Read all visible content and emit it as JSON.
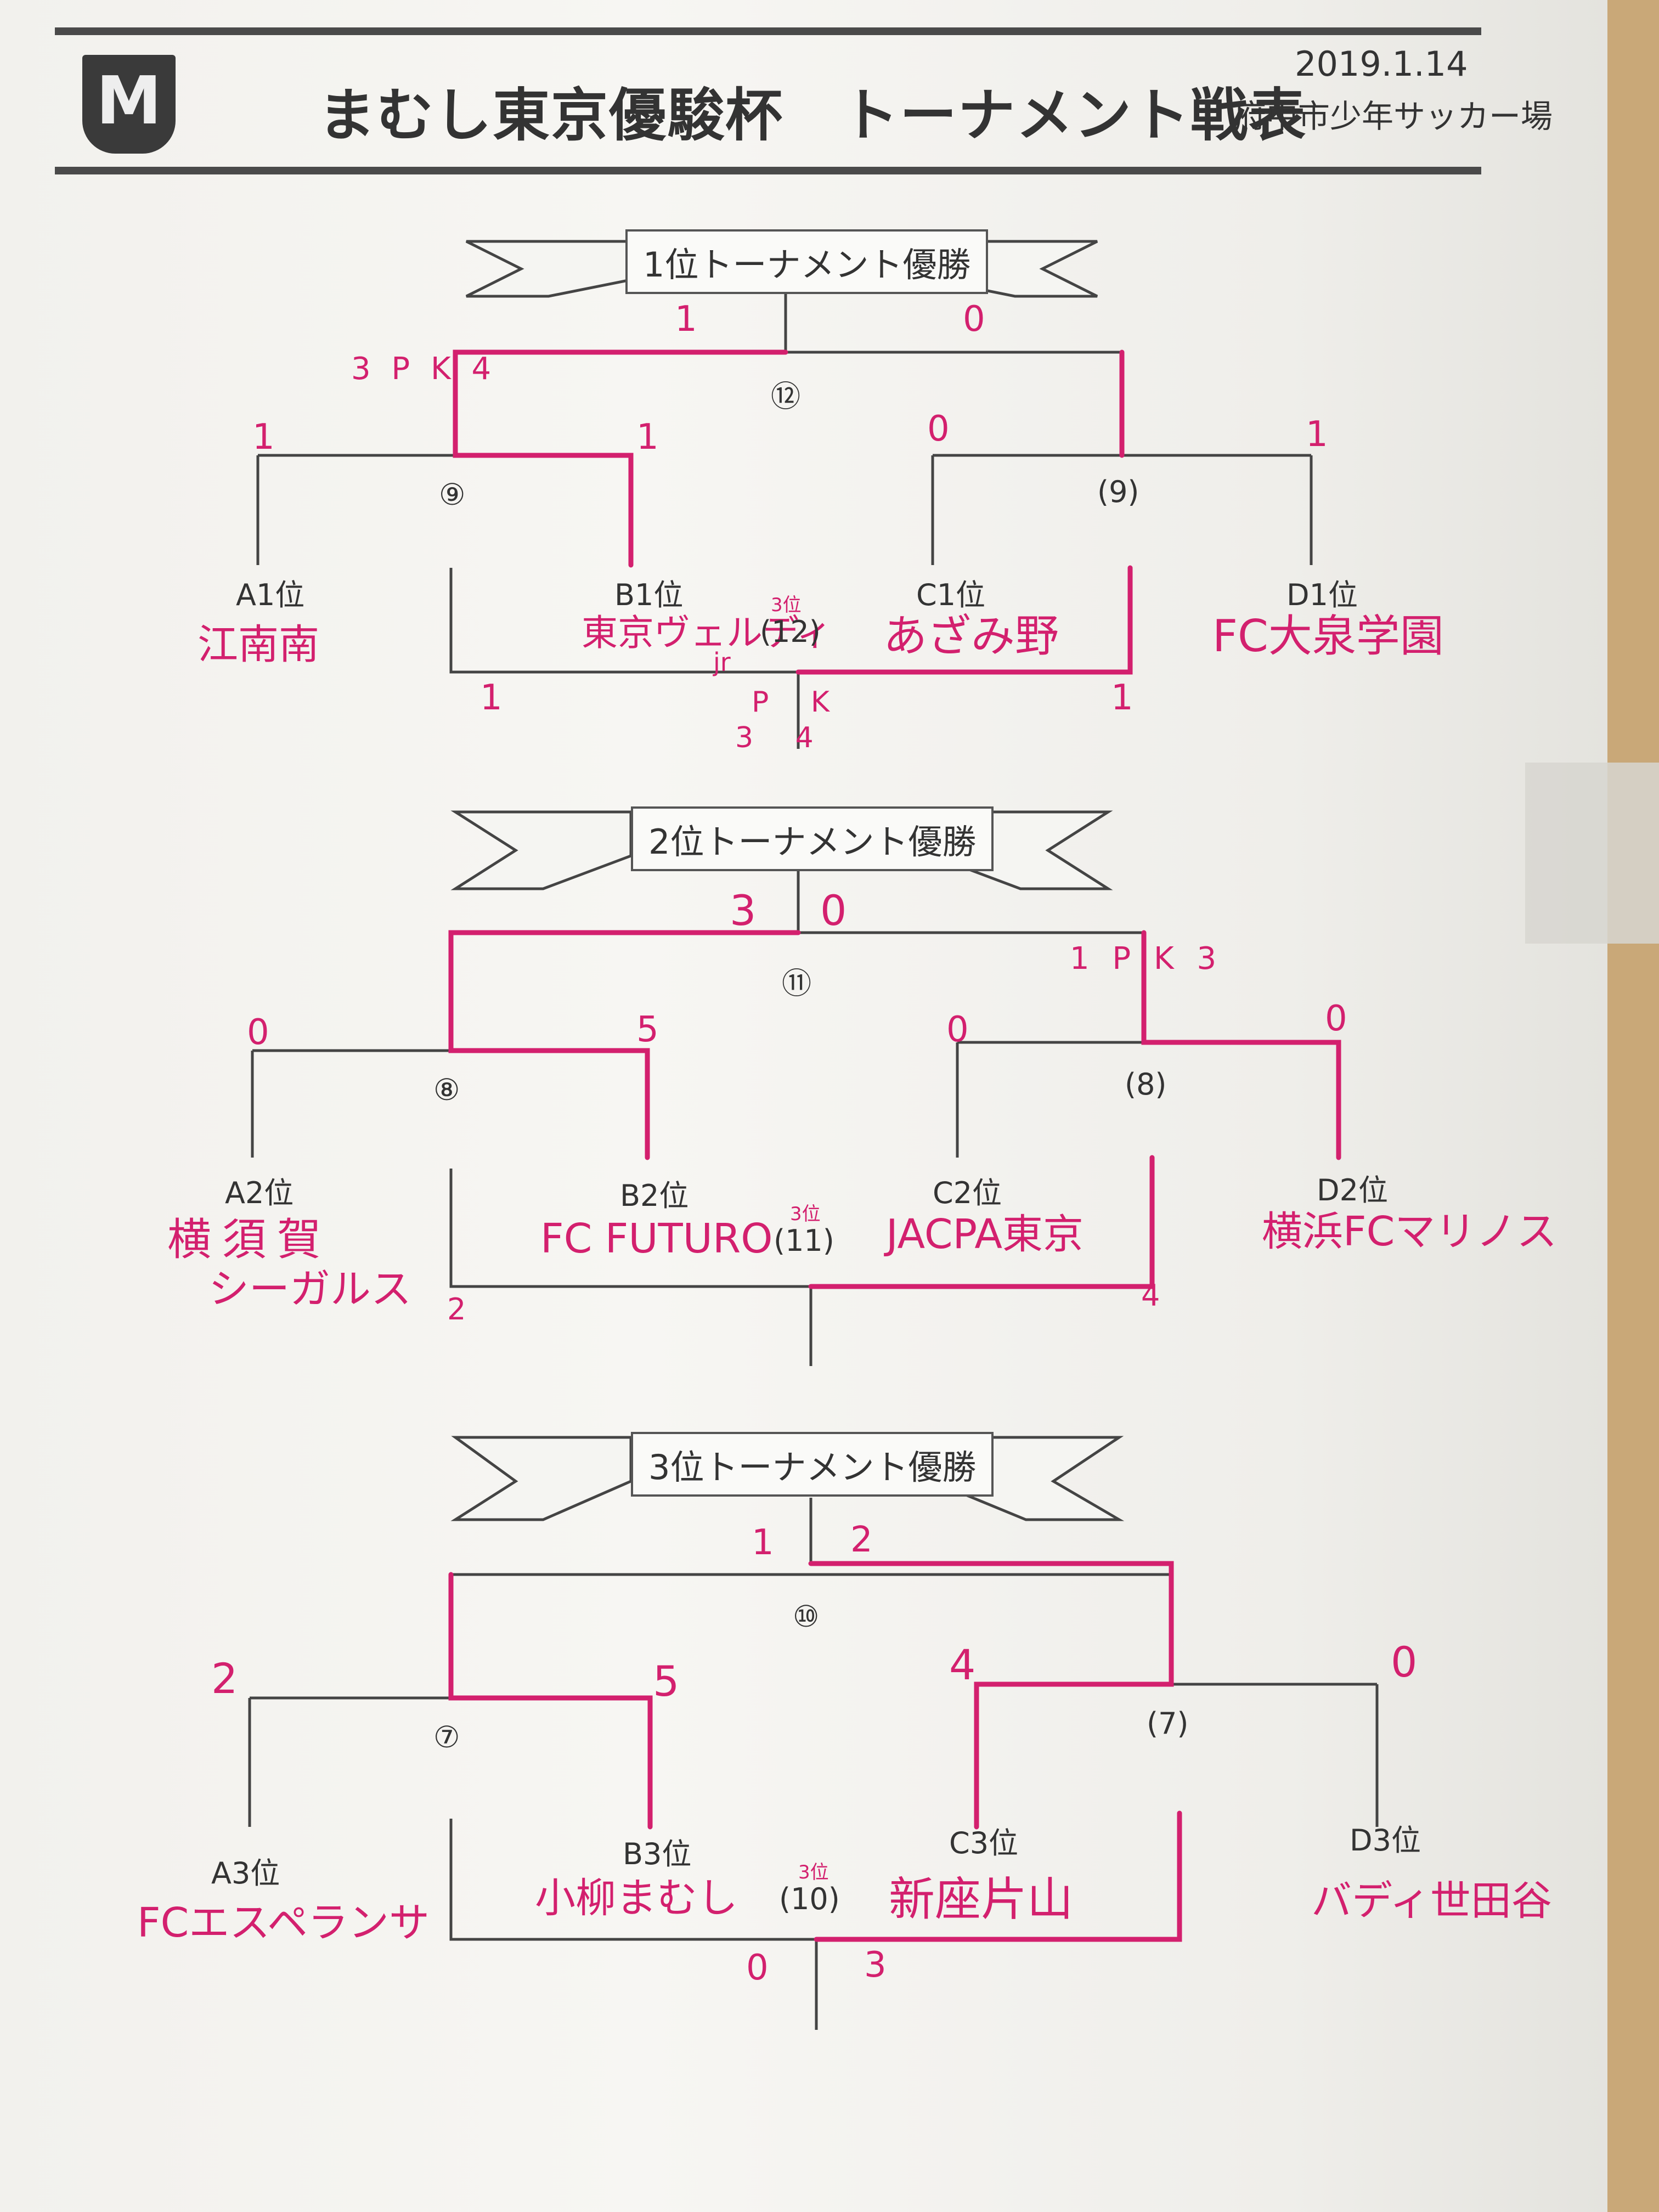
{
  "header": {
    "logo_text": "M",
    "title": "まむし東京優駿杯　トーナメント戦表",
    "date": "2019.1.14",
    "venue": "府中市少年サッカー場"
  },
  "colors": {
    "ink": "#d3206e",
    "print": "#333333",
    "paper": "#f5f4f0"
  },
  "tournaments": [
    {
      "banner": "1位トーナメント優勝",
      "final_label": "⑫",
      "final_scores": [
        "1",
        "0"
      ],
      "final_pk": "3 P K 4",
      "semi_left_label": "⑨",
      "semi_right_label": "(9)",
      "semi_left_scores": [
        "1",
        "1"
      ],
      "semi_right_scores": [
        "0",
        "1"
      ],
      "third_label": "(12)",
      "third_tag": "3位",
      "third_scores": [
        "1",
        "1"
      ],
      "third_pk_top": "P K",
      "third_pk_bottom": "3  4",
      "teams": [
        {
          "seed": "A1位",
          "name": "江南南"
        },
        {
          "seed": "B1位",
          "name": "東京ヴェルディ",
          "sub": "jr"
        },
        {
          "seed": "C1位",
          "name": "あざみ野"
        },
        {
          "seed": "D1位",
          "name": "FC大泉学園"
        }
      ]
    },
    {
      "banner": "2位トーナメント優勝",
      "final_label": "⑪",
      "final_scores": [
        "3",
        "0"
      ],
      "final_pk": "1 P K 3",
      "semi_left_label": "⑧",
      "semi_right_label": "(8)",
      "semi_left_scores": [
        "0",
        "5"
      ],
      "semi_right_scores": [
        "0",
        "0"
      ],
      "third_label": "(11)",
      "third_tag": "3位",
      "third_scores": [
        "2",
        "4"
      ],
      "teams": [
        {
          "seed": "A2位",
          "name": "横須賀",
          "sub": "シーガルス"
        },
        {
          "seed": "B2位",
          "name": "FC FUTURO"
        },
        {
          "seed": "C2位",
          "name": "JACPA東京"
        },
        {
          "seed": "D2位",
          "name": "横浜FCマリノス"
        }
      ]
    },
    {
      "banner": "3位トーナメント優勝",
      "final_label": "⑩",
      "final_scores": [
        "1",
        "2"
      ],
      "semi_left_label": "⑦",
      "semi_right_label": "(7)",
      "semi_left_scores": [
        "2",
        "5"
      ],
      "semi_right_scores": [
        "4",
        "0"
      ],
      "third_label": "(10)",
      "third_tag": "3位",
      "third_scores": [
        "0",
        "3"
      ],
      "teams": [
        {
          "seed": "A3位",
          "name": "FCエスペランサ"
        },
        {
          "seed": "B3位",
          "name": "小柳まむし"
        },
        {
          "seed": "C3位",
          "name": "新座片山"
        },
        {
          "seed": "D3位",
          "name": "バディ世田谷"
        }
      ]
    }
  ]
}
